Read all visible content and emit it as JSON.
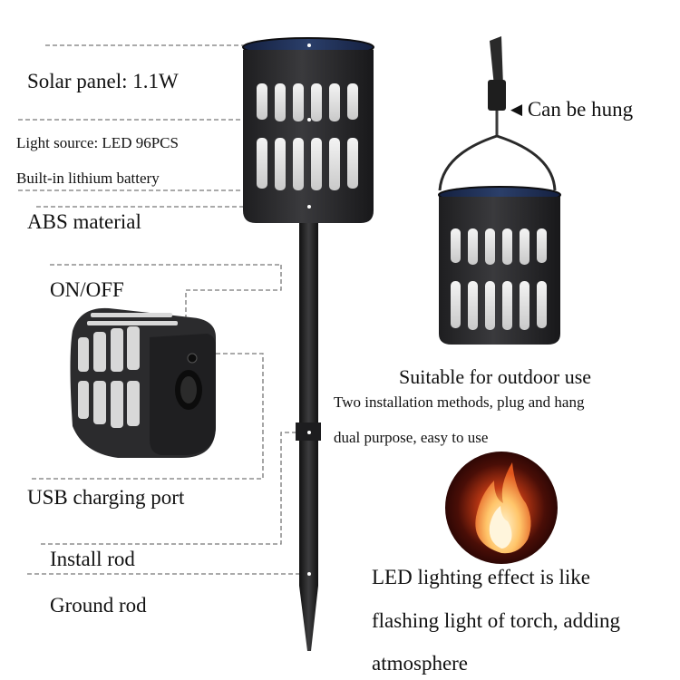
{
  "spec_labels": {
    "solar_panel": "Solar panel: 1.1W",
    "light_source": "Light source: LED 96PCS",
    "battery": "Built-in lithium battery",
    "material": "ABS material",
    "switch": "ON/OFF",
    "usb_port": "USB charging port",
    "install_rod": "Install rod",
    "ground_rod": "Ground rod"
  },
  "hanging": {
    "label": "Can be hung",
    "arrow_icon": "arrow-left-icon"
  },
  "features": {
    "outdoor": "Suitable for outdoor use",
    "install_line1": "Two installation methods, plug and hang",
    "install_line2": "dual purpose, easy to use",
    "effect_line1": "LED lighting effect is like",
    "effect_line2": "flashing light of torch, adding",
    "effect_line3": "atmosphere"
  },
  "colors": {
    "lamp_body": "#2a2a2c",
    "solar_panel": "#1c2a4a",
    "flame_core": "#ffd27a",
    "flame_outer": "#d9481c",
    "flame_bg": "#3a0d08",
    "leader_line": "#777777"
  }
}
